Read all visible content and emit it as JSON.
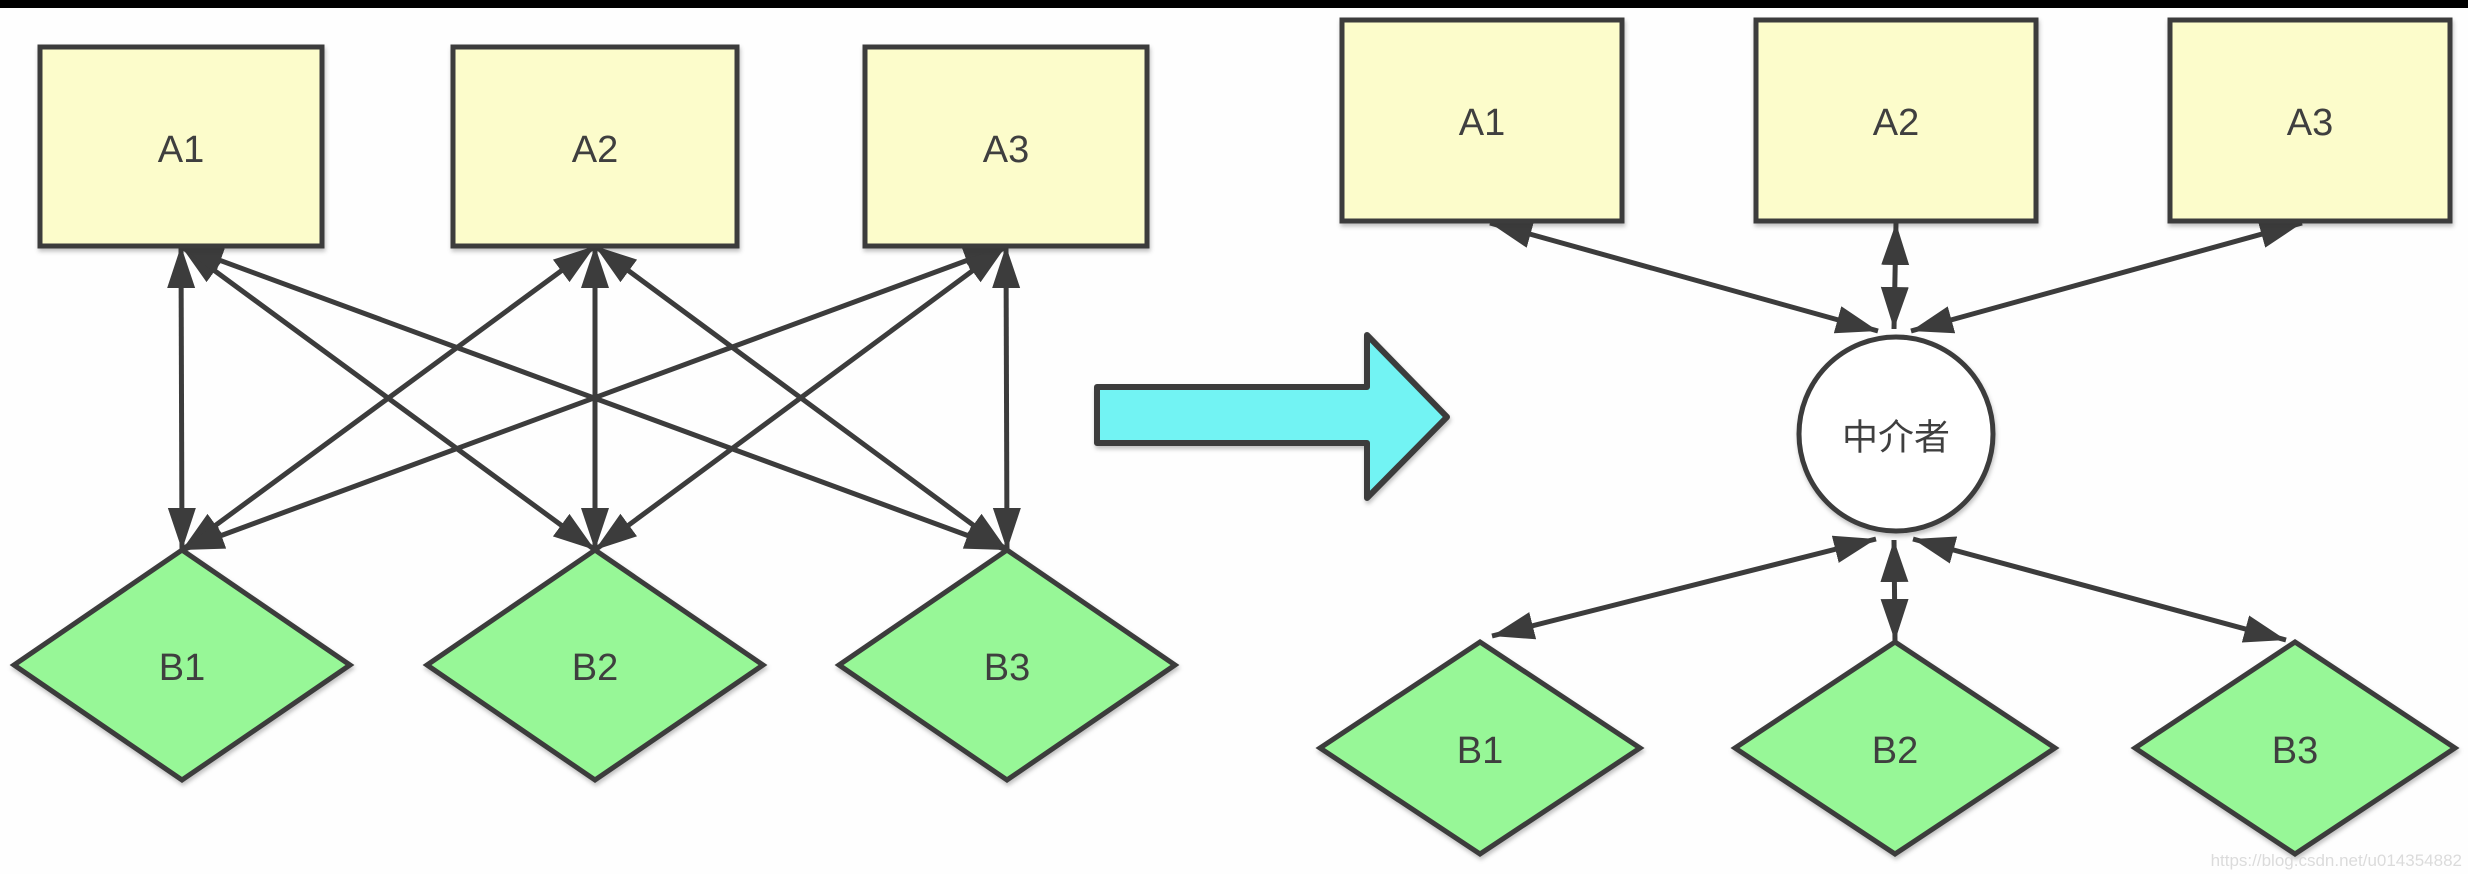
{
  "colors": {
    "background": "#fefefe",
    "top_bar": "#000000",
    "box_fill": "#fcfccb",
    "diamond_fill": "#97f797",
    "arrow_fill": "#72f3f3",
    "stroke": "#3c3c3c",
    "text": "#3f3f3f",
    "watermark": "#d8d8d8"
  },
  "left_panel": {
    "boxes": [
      {
        "label": "A1"
      },
      {
        "label": "A2"
      },
      {
        "label": "A3"
      }
    ],
    "diamonds": [
      {
        "label": "B1"
      },
      {
        "label": "B2"
      },
      {
        "label": "B3"
      }
    ]
  },
  "right_panel": {
    "boxes": [
      {
        "label": "A1"
      },
      {
        "label": "A2"
      },
      {
        "label": "A3"
      }
    ],
    "mediator": {
      "label": "中介者"
    },
    "diamonds": [
      {
        "label": "B1"
      },
      {
        "label": "B2"
      },
      {
        "label": "B3"
      }
    ]
  },
  "watermark": {
    "text": "https://blog.csdn.net/u014354882"
  }
}
